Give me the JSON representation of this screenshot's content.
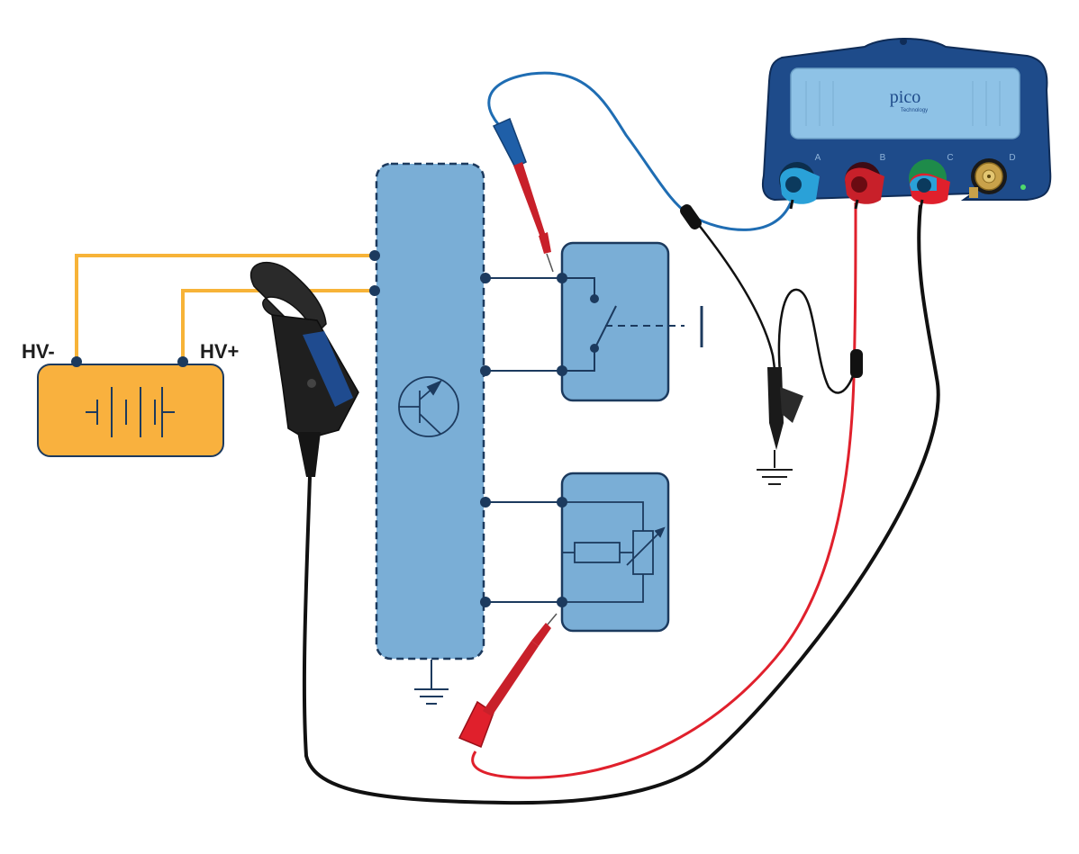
{
  "labels": {
    "hv_minus": "HV-",
    "hv_plus": "HV+"
  },
  "scope": {
    "brand": "pico",
    "sub_brand": "Technology",
    "channels": [
      "A",
      "B",
      "C",
      "D"
    ]
  },
  "colors": {
    "module_fill": "#7aaed6",
    "module_stroke": "#1c3a5e",
    "battery_fill": "#f9b13e",
    "hv_wire": "#f7b338",
    "probe_red": "#e0202c",
    "probe_blue": "#1f6db3",
    "wire_black": "#111111",
    "scope_body": "#1e4b8a",
    "scope_panel": "#8ec2e6"
  }
}
